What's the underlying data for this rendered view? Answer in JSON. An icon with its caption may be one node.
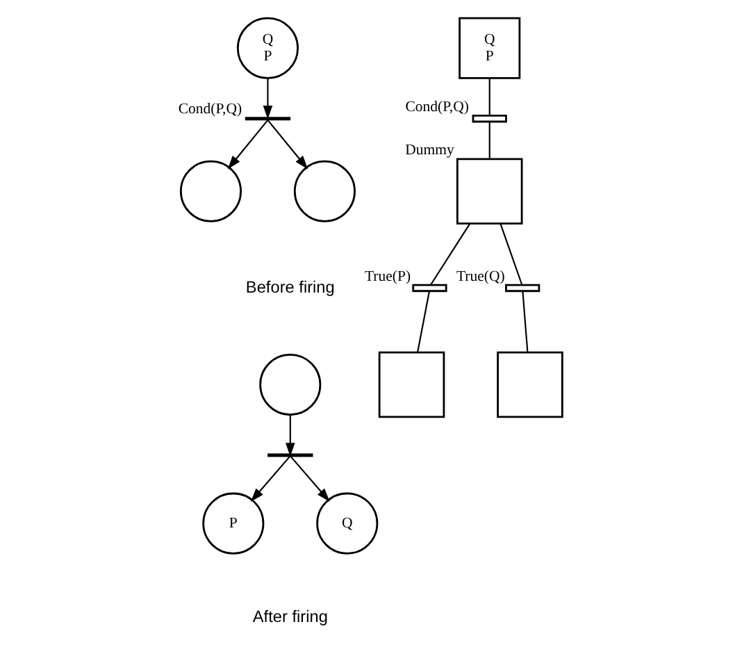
{
  "diagram": {
    "nodes": [
      {
        "text": [
          "Q",
          "P"
        ]
      },
      {
        "text": [],
        "shape": "bar",
        "beside": [
          "Cond(P,Q)"
        ]
      },
      {
        "text": [],
        "shape": "circle"
      },
      {
        "text": [],
        "shape": "circle"
      },
      {
        "text": [],
        "shape": "circle"
      },
      {
        "text": [],
        "shape": "bar"
      },
      {
        "text": [
          "P"
        ]
      },
      {
        "text": [
          "Q"
        ]
      },
      {
        "text": [
          "Q",
          "P"
        ]
      },
      {
        "text": [],
        "shape": "bar",
        "beside": [
          "Cond(P,Q)"
        ]
      },
      {
        "text": [],
        "shape": "box",
        "beside": [
          "Dummy"
        ]
      },
      {
        "text": [],
        "shape": "bar",
        "beside": [
          "True(P)"
        ]
      },
      {
        "text": [],
        "shape": "bar",
        "beside": [
          "True(Q)"
        ]
      },
      {
        "text": [],
        "shape": "box"
      },
      {
        "text": [],
        "shape": "box"
      }
    ],
    "edges": [
      {
        "from": 0,
        "to": 1,
        "arrow": "to"
      },
      {
        "from": 1,
        "to": 2,
        "arrow": "to"
      },
      {
        "from": 1,
        "to": 3,
        "arrow": "to"
      },
      {
        "from": 4,
        "to": 5,
        "arrow": "to"
      },
      {
        "from": 5,
        "to": 6,
        "arrow": "to"
      },
      {
        "from": 5,
        "to": 7,
        "arrow": "to"
      },
      {
        "from": 8,
        "to": 9,
        "arrow": "none"
      },
      {
        "from": 9,
        "to": 10,
        "arrow": "none"
      },
      {
        "from": 10,
        "to": 11,
        "arrow": "none"
      },
      {
        "from": 10,
        "to": 12,
        "arrow": "none"
      },
      {
        "from": 11,
        "to": 13,
        "arrow": "none"
      },
      {
        "from": 12,
        "to": 14,
        "arrow": "none"
      }
    ],
    "labels": [
      "Before firing",
      "After firing"
    ]
  }
}
